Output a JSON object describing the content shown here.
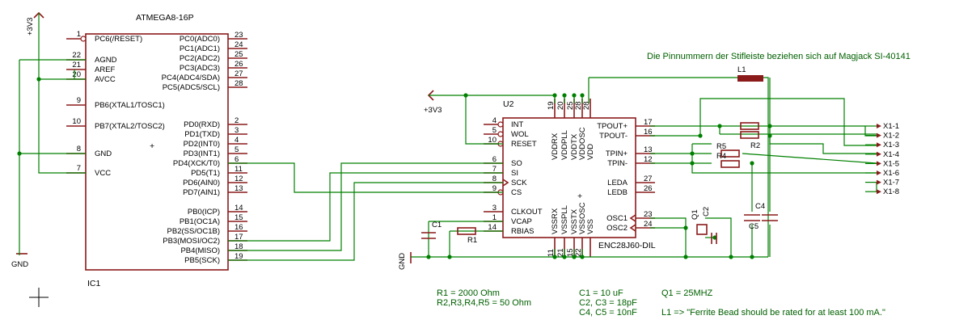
{
  "ic1": {
    "part_name": "ATMEGA8-16P",
    "ref": "IC1",
    "origin_mark": "+",
    "left_pins": [
      {
        "num": "1",
        "name": "PC6(/RESET)",
        "inverted": true
      },
      {
        "num": "22",
        "name": "AGND"
      },
      {
        "num": "21",
        "name": "AREF"
      },
      {
        "num": "20",
        "name": "AVCC"
      },
      {
        "num": "9",
        "name": "PB6(XTAL1/TOSC1)"
      },
      {
        "num": "10",
        "name": "PB7(XTAL2/TOSC2)"
      },
      {
        "num": "8",
        "name": "GND"
      },
      {
        "num": "7",
        "name": "VCC"
      }
    ],
    "right_pins": [
      {
        "num": "23",
        "name": "PC0(ADC0)"
      },
      {
        "num": "24",
        "name": "PC1(ADC1)"
      },
      {
        "num": "25",
        "name": "PC2(ADC2)"
      },
      {
        "num": "26",
        "name": "PC3(ADC3)"
      },
      {
        "num": "27",
        "name": "PC4(ADC4/SDA)"
      },
      {
        "num": "28",
        "name": "PC5(ADC5/SCL)"
      },
      {
        "num": "2",
        "name": "PD0(RXD)"
      },
      {
        "num": "3",
        "name": "PD1(TXD)"
      },
      {
        "num": "4",
        "name": "PD2(INT0)"
      },
      {
        "num": "5",
        "name": "PD3(INT1)"
      },
      {
        "num": "6",
        "name": "PD4(XCK/T0)"
      },
      {
        "num": "11",
        "name": "PD5(T1)"
      },
      {
        "num": "12",
        "name": "PD6(AIN0)"
      },
      {
        "num": "13",
        "name": "PD7(AIN1)"
      },
      {
        "num": "14",
        "name": "PB0(ICP)"
      },
      {
        "num": "15",
        "name": "PB1(OC1A)"
      },
      {
        "num": "16",
        "name": "PB2(SS/OC1B)"
      },
      {
        "num": "17",
        "name": "PB3(MOSI/OC2)"
      },
      {
        "num": "18",
        "name": "PB4(MISO)"
      },
      {
        "num": "19",
        "name": "PB5(SCK)"
      }
    ]
  },
  "u2": {
    "ref": "U2",
    "part_name": "ENC28J60-DIL",
    "origin_mark": "+",
    "left_pins": [
      {
        "num": "4",
        "name": "INT",
        "inverted": true
      },
      {
        "num": "5",
        "name": "WOL",
        "inverted": true
      },
      {
        "num": "10",
        "name": "RESET",
        "inverted": true
      },
      {
        "num": "6",
        "name": "SO"
      },
      {
        "num": "7",
        "name": "SI"
      },
      {
        "num": "8",
        "name": "SCK",
        "clock": true
      },
      {
        "num": "9",
        "name": "CS",
        "inverted": true
      },
      {
        "num": "3",
        "name": "CLKOUT"
      },
      {
        "num": "1",
        "name": "VCAP"
      },
      {
        "num": "14",
        "name": "RBIAS"
      }
    ],
    "right_pins": [
      {
        "num": "17",
        "name": "TPOUT+"
      },
      {
        "num": "16",
        "name": "TPOUT-"
      },
      {
        "num": "13",
        "name": "TPIN+"
      },
      {
        "num": "12",
        "name": "TPIN-"
      },
      {
        "num": "27",
        "name": "LEDA"
      },
      {
        "num": "26",
        "name": "LEDB"
      },
      {
        "num": "23",
        "name": "OSC1",
        "clock": true
      },
      {
        "num": "24",
        "name": "OSC2",
        "clock": true
      }
    ],
    "top_pins": [
      {
        "num": "19",
        "name": "VDDRX"
      },
      {
        "num": "20",
        "name": "VDDPLL"
      },
      {
        "num": "25",
        "name": "VDDTX"
      },
      {
        "num": "28",
        "name": "VDDOSC"
      },
      {
        "num": "28",
        "name": "VDD"
      }
    ],
    "bottom_pins": [
      {
        "num": "11",
        "name": "VSSRX"
      },
      {
        "num": "21",
        "name": "VSSPLL"
      },
      {
        "num": "15",
        "name": "VSSTX"
      },
      {
        "num": "22",
        "name": "VSSOSC"
      },
      {
        "num": "",
        "name": "VSS"
      }
    ]
  },
  "labels": {
    "vcc_left": "+3V3",
    "vcc_u2": "+3V3",
    "gnd_left": "GND",
    "gnd_u2": "GND"
  },
  "components": {
    "l1": "L1",
    "r1": "R1",
    "r2": "R2",
    "r4": "R4",
    "r5": "R5",
    "c1": "C1",
    "c2": "C2",
    "c4": "C4",
    "c5": "C5",
    "q1": "Q1"
  },
  "connector": {
    "pins": [
      "X1-1",
      "X1-2",
      "X1-3",
      "X1-4",
      "X1-5",
      "X1-6",
      "X1-7",
      "X1-8"
    ]
  },
  "notes": {
    "pin_numbers": "Die Pinnummern der Stifleiste beziehen sich auf Magjack SI-40141",
    "r1": "R1 = 2000 Ohm",
    "r2_r5": "R2,R3,R4,R5 = 50 Ohm",
    "c1": "C1 = 10 uF",
    "c2_c3": "C2, C3 = 18pF",
    "c4_c5": "C4, C5 = 10nF",
    "q1": "Q1 = 25MHZ",
    "l1": "L1 => \"Ferrite Bead should be rated for at least 100 mA.\""
  },
  "colors": {
    "wire": "#008000",
    "part": "#8b1a1a",
    "note": "#006000",
    "text": "#000000"
  }
}
